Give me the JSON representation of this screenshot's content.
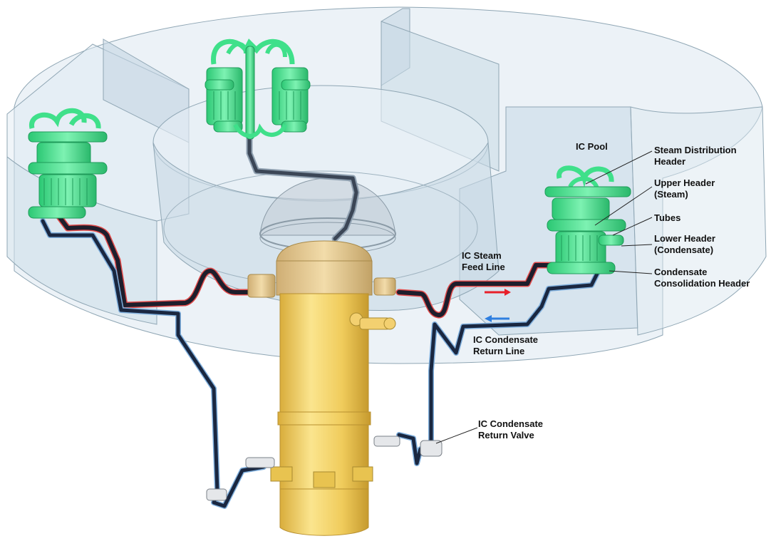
{
  "labels": {
    "ic_pool": "IC Pool",
    "steam_distribution_header_1": "Steam Distribution",
    "steam_distribution_header_2": "Header",
    "upper_header_1": "Upper Header",
    "upper_header_2": "(Steam)",
    "tubes": "Tubes",
    "lower_header_1": "Lower Header",
    "lower_header_2": "(Condensate)",
    "condensate_consolidation_1": "Condensate",
    "condensate_consolidation_2": "Consolidation Header",
    "ic_steam_feed_1": "IC Steam",
    "ic_steam_feed_2": "Feed Line",
    "ic_condensate_return_line_1": "IC Condensate",
    "ic_condensate_return_line_2": "Return Line",
    "ic_condensate_return_valve_1": "IC Condensate",
    "ic_condensate_return_valve_2": "Return Valve"
  },
  "colors": {
    "pool_fill": "#d8e6ef",
    "pool_edge": "#8fa6b4",
    "heat_exchanger": "#3fe08a",
    "vessel": "#f3d36a",
    "steam_pipe": "#1c1c2a",
    "steam_trim": "#e03c3c",
    "condensate_pipe": "#1b2a44",
    "condensate_trim": "#6fa8dc",
    "steam_arrow": "#e8202a",
    "condensate_arrow": "#2f7fe0"
  }
}
